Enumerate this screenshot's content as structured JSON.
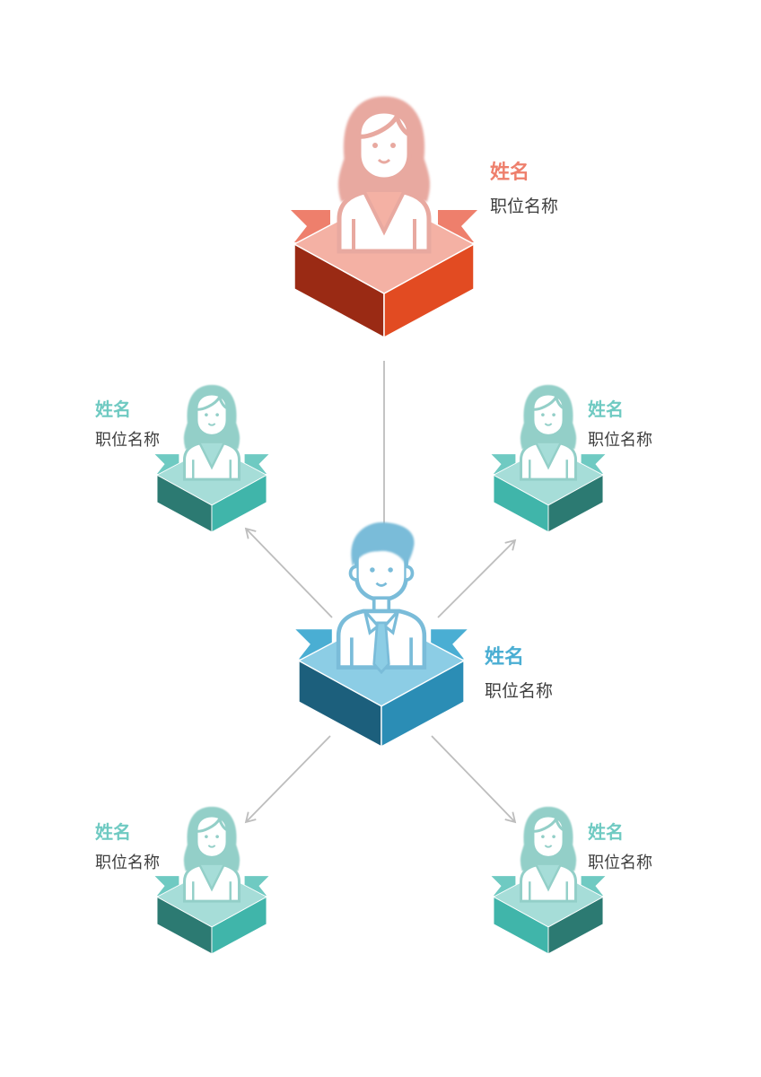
{
  "nodes": [
    {
      "id": "top",
      "name": "姓名",
      "title": "职位名称",
      "gender": "female"
    },
    {
      "id": "middle",
      "name": "姓名",
      "title": "职位名称",
      "gender": "male"
    },
    {
      "id": "upper-left",
      "name": "姓名",
      "title": "职位名称",
      "gender": "female"
    },
    {
      "id": "upper-right",
      "name": "姓名",
      "title": "职位名称",
      "gender": "female"
    },
    {
      "id": "lower-left",
      "name": "姓名",
      "title": "职位名称",
      "gender": "female"
    },
    {
      "id": "lower-right",
      "name": "姓名",
      "title": "职位名称",
      "gender": "female"
    }
  ],
  "edges": [
    {
      "from": "top",
      "to": "middle"
    },
    {
      "from": "middle",
      "to": "upper-left"
    },
    {
      "from": "middle",
      "to": "upper-right"
    },
    {
      "from": "middle",
      "to": "lower-left"
    },
    {
      "from": "middle",
      "to": "lower-right"
    }
  ],
  "colors": {
    "top": {
      "light": "#EE7F6C",
      "left": "#9A2A14",
      "right": "#E24B22",
      "face": "#F4B1A4",
      "person": "#E8A9A0"
    },
    "middle": {
      "light": "#4AAED3",
      "left": "#1C5F7C",
      "right": "#2B8DB5",
      "face": "#8CCDE5",
      "person": "#7ABCD9"
    },
    "teal": {
      "light": "#6FCAC2",
      "left": "#2C7A72",
      "right": "#40B5AA",
      "face": "#A6DDD8",
      "person": "#93CFC8"
    },
    "arrow": "#BDBDBD"
  }
}
